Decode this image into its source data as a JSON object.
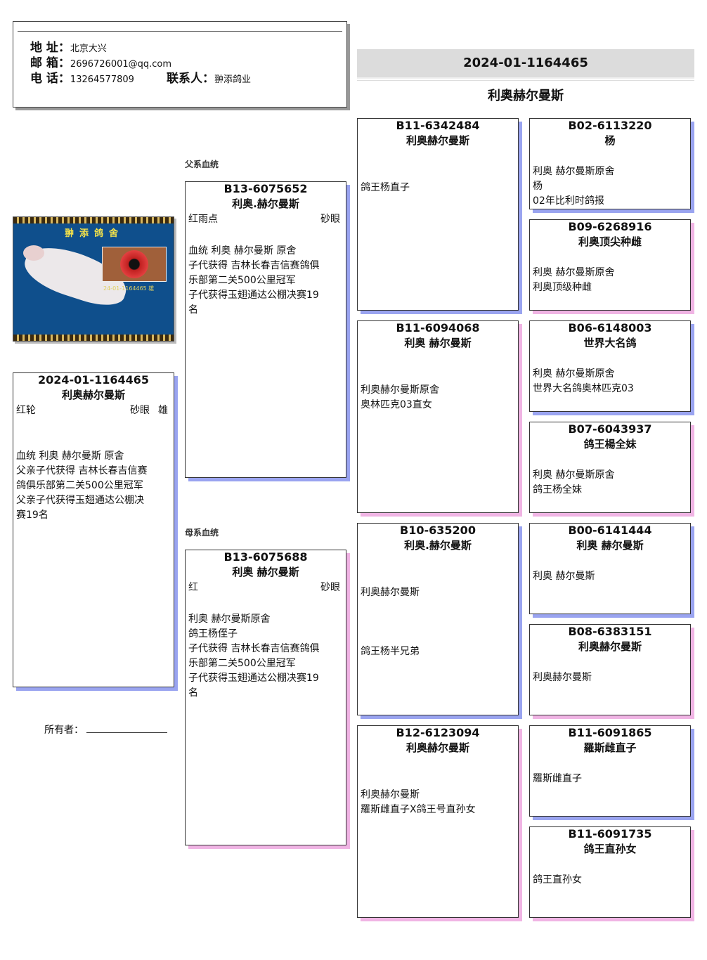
{
  "header": {
    "address_label": "地 址：",
    "address": "北京大兴",
    "email_label": "邮 箱：",
    "email": "2696726001@qq.com",
    "phone_label": "电 话：",
    "phone": "13264577809",
    "contact_label": "联系人：",
    "contact": "翀添鸽业"
  },
  "title": {
    "ring": "2024-01-1164465",
    "name": "利奥赫尔曼斯"
  },
  "labels": {
    "sire_line": "父系血统",
    "dam_line": "母系血统",
    "owner": "所有者："
  },
  "photo": {
    "logo_text": "翀添鸽舍",
    "caption": "24-01-1164465 雄"
  },
  "colors": {
    "male_shadow": "#9aa4f0",
    "female_shadow": "#f0b4e4"
  },
  "subject": {
    "id": "2024-01-1164465",
    "name": "利奥赫尔曼斯",
    "color": "红轮",
    "eye": "砂眼",
    "sex": "雄",
    "notes": [
      "血统 利奥 赫尔曼斯 原舍",
      "父亲子代获得 吉林长春吉信赛",
      "鸽俱乐部第二关500公里冠军",
      "父亲子代获得玉翅通达公棚决",
      "赛19名"
    ]
  },
  "sire": {
    "id": "B13-6075652",
    "name": "利奥.赫尔曼斯",
    "color": "红雨点",
    "eye": "砂眼",
    "notes": [
      "血统 利奥 赫尔曼斯 原舍",
      "子代获得 吉林长春吉信赛鸽俱",
      "乐部第二关500公里冠军",
      "子代获得玉翅通达公棚决赛19",
      "名"
    ]
  },
  "dam": {
    "id": "B13-6075688",
    "name": "利奥 赫尔曼斯",
    "color": "红",
    "eye": "砂眼",
    "notes": [
      "利奥 赫尔曼斯原舍",
      "鸽王杨侄子",
      "子代获得 吉林长春吉信赛鸽俱",
      "乐部第二关500公里冠军",
      "子代获得玉翅通达公棚决赛19",
      "名"
    ]
  },
  "gen3": [
    {
      "id": "B11-6342484",
      "name": "利奥赫尔曼斯",
      "notes": [
        "鸽王杨直子"
      ]
    },
    {
      "id": "B11-6094068",
      "name": "利奥 赫尔曼斯",
      "notes": [
        "利奥赫尔曼斯原舍",
        "奥林匹克03直女"
      ]
    },
    {
      "id": "B10-635200",
      "name": "利奥.赫尔曼斯",
      "notes": [
        "利奥赫尔曼斯",
        "",
        "",
        "",
        "鸽王杨半兄弟"
      ]
    },
    {
      "id": "B12-6123094",
      "name": "利奥赫尔曼斯",
      "notes": [
        "利奥赫尔曼斯",
        "羅斯雌直子X鸽王号直孙女"
      ]
    }
  ],
  "gen4": [
    {
      "id": "B02-6113220",
      "name": "杨",
      "notes": [
        "利奥 赫尔曼斯原舍",
        "杨",
        "02年比利时鸽报"
      ]
    },
    {
      "id": "B09-6268916",
      "name": "利奥顶尖种雌",
      "notes": [
        "利奥 赫尔曼斯原舍",
        "利奥顶级种雌"
      ]
    },
    {
      "id": "B06-6148003",
      "name": "世界大名鸽",
      "notes": [
        "利奥 赫尔曼斯原舍",
        "世界大名鸽奥林匹克03"
      ]
    },
    {
      "id": "B07-6043937",
      "name": "鸽王楊全妹",
      "notes": [
        "利奥 赫尔曼斯原舍",
        "鸽王杨全妹"
      ]
    },
    {
      "id": "B00-6141444",
      "name": "利奥 赫尔曼斯",
      "notes": [
        "利奥 赫尔曼斯"
      ]
    },
    {
      "id": "B08-6383151",
      "name": "利奥赫尔曼斯",
      "notes": [
        "利奥赫尔曼斯"
      ]
    },
    {
      "id": "B11-6091865",
      "name": "羅斯雌直子",
      "notes": [
        "羅斯雌直子"
      ]
    },
    {
      "id": "B11-6091735",
      "name": "鸽王直孙女",
      "notes": [
        "鸽王直孙女"
      ]
    }
  ]
}
